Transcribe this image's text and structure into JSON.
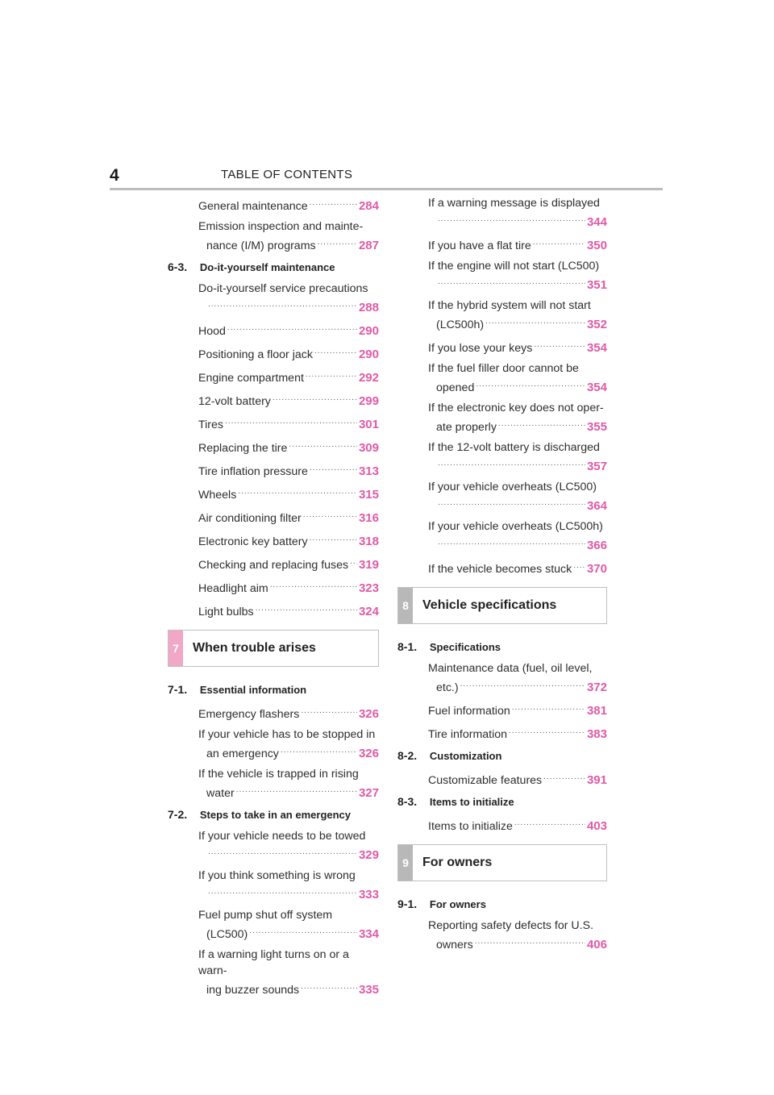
{
  "header": {
    "page_number": "4",
    "title": "TABLE OF CONTENTS"
  },
  "left": {
    "pre_entries": [
      {
        "text": "General maintenance",
        "page": "284"
      },
      {
        "text": "Emission inspection and mainte-",
        "cont": "nance (I/M) programs",
        "page": "287"
      }
    ],
    "section_6_3": {
      "num": "6-3.",
      "title": "Do-it-yourself maintenance"
    },
    "entries_6_3": [
      {
        "text": "Do-it-yourself service precautions",
        "cont": "",
        "page": "288"
      },
      {
        "text": "Hood",
        "page": "290"
      },
      {
        "text": "Positioning a floor jack",
        "page": "290"
      },
      {
        "text": "Engine compartment",
        "page": "292"
      },
      {
        "text": "12-volt battery",
        "page": "299"
      },
      {
        "text": "Tires",
        "page": "301"
      },
      {
        "text": "Replacing the tire",
        "page": "309"
      },
      {
        "text": "Tire inflation pressure",
        "page": "313"
      },
      {
        "text": "Wheels",
        "page": "315"
      },
      {
        "text": "Air conditioning filter",
        "page": "316"
      },
      {
        "text": "Electronic key battery",
        "page": "318"
      },
      {
        "text": "Checking and replacing fuses",
        "page": "319"
      },
      {
        "text": "Headlight aim",
        "page": "323"
      },
      {
        "text": "Light bulbs",
        "page": "324"
      }
    ],
    "chapter7": {
      "num": "7",
      "title": "When trouble arises"
    },
    "section_7_1": {
      "num": "7-1.",
      "title": "Essential information"
    },
    "entries_7_1": [
      {
        "text": "Emergency flashers",
        "page": "326"
      },
      {
        "text": "If your vehicle has to be stopped in",
        "cont": "an emergency",
        "page": "326"
      },
      {
        "text": "If the vehicle is trapped in rising",
        "cont": "water",
        "page": "327"
      }
    ],
    "section_7_2": {
      "num": "7-2.",
      "title": "Steps to take in an emergency"
    },
    "entries_7_2": [
      {
        "text": "If your vehicle needs to be towed",
        "cont": "",
        "page": "329"
      },
      {
        "text": "If you think something is wrong",
        "cont": "",
        "page": "333"
      },
      {
        "text": "Fuel pump shut off system",
        "cont": "(LC500)",
        "page": "334"
      },
      {
        "text": "If a warning light turns on or a warn-",
        "cont": "ing buzzer sounds",
        "page": "335"
      }
    ]
  },
  "right": {
    "pre_entries": [
      {
        "text": "If a warning message is displayed",
        "cont": "",
        "page": "344"
      },
      {
        "text": "If you have a flat tire",
        "page": "350"
      },
      {
        "text": "If the engine will not start (LC500)",
        "cont": "",
        "page": "351"
      },
      {
        "text": "If the hybrid system will not start",
        "cont": "(LC500h)",
        "page": "352"
      },
      {
        "text": "If you lose your keys",
        "page": "354"
      },
      {
        "text": "If the fuel filler door cannot be",
        "cont": "opened",
        "page": "354"
      },
      {
        "text": "If the electronic key does not oper-",
        "cont": "ate properly",
        "page": "355"
      },
      {
        "text": "If the 12-volt battery is discharged",
        "cont": "",
        "page": "357"
      },
      {
        "text": "If your vehicle overheats (LC500)",
        "cont": "",
        "page": "364"
      },
      {
        "text": "If your vehicle overheats (LC500h)",
        "cont": "",
        "page": "366"
      },
      {
        "text": "If the vehicle becomes stuck",
        "page": "370"
      }
    ],
    "chapter8": {
      "num": "8",
      "title": "Vehicle specifications"
    },
    "section_8_1": {
      "num": "8-1.",
      "title": "Specifications"
    },
    "entries_8_1": [
      {
        "text": "Maintenance data (fuel, oil level,",
        "cont": "etc.)",
        "page": "372"
      },
      {
        "text": "Fuel information",
        "page": "381"
      },
      {
        "text": "Tire information",
        "page": "383"
      }
    ],
    "section_8_2": {
      "num": "8-2.",
      "title": "Customization"
    },
    "entries_8_2": [
      {
        "text": "Customizable features",
        "page": "391"
      }
    ],
    "section_8_3": {
      "num": "8-3.",
      "title": "Items to initialize"
    },
    "entries_8_3": [
      {
        "text": "Items to initialize",
        "page": "403"
      }
    ],
    "chapter9": {
      "num": "9",
      "title": "For owners"
    },
    "section_9_1": {
      "num": "9-1.",
      "title": "For owners"
    },
    "entries_9_1": [
      {
        "text": "Reporting safety defects for U.S.",
        "cont": "owners",
        "page": "406"
      }
    ]
  },
  "colors": {
    "accent_page": "#e05aa6",
    "chapter_tab": "#f1a7c6",
    "chapter_tab_gray": "#b8b8b8"
  }
}
